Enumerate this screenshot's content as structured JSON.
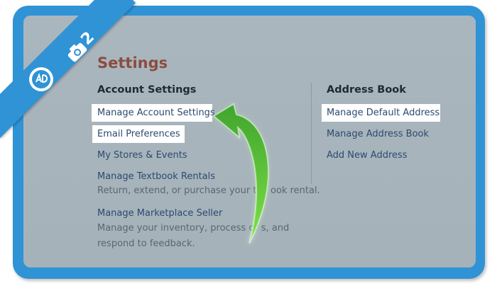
{
  "step_number": "2",
  "page_title": "Settings",
  "account_settings": {
    "heading": "Account Settings",
    "links": [
      "Manage Account Settings",
      "Email Preferences",
      "My Stores & Events",
      "Manage Textbook Rentals",
      "Manage Marketplace Seller"
    ],
    "textbook_desc": "Return, extend, or purchase your tex   ook rental.",
    "marketplace_desc_line1": "Manage your inventory, process or    s, and",
    "marketplace_desc_line2": "respond to feedback."
  },
  "address_book": {
    "heading": "Address Book",
    "links": [
      "Manage Default Address",
      "Manage Address Book",
      "Add New Address"
    ]
  },
  "colors": {
    "frame_blue": "#2f93d6",
    "panel_gray": "#a7b4bc",
    "title_brown": "#8a4d3f",
    "link_blue": "#2c4a6f",
    "arrow_green": "#62c43b"
  },
  "icons": [
    "camera-icon",
    "ad-badge-icon",
    "curved-arrow-icon"
  ]
}
